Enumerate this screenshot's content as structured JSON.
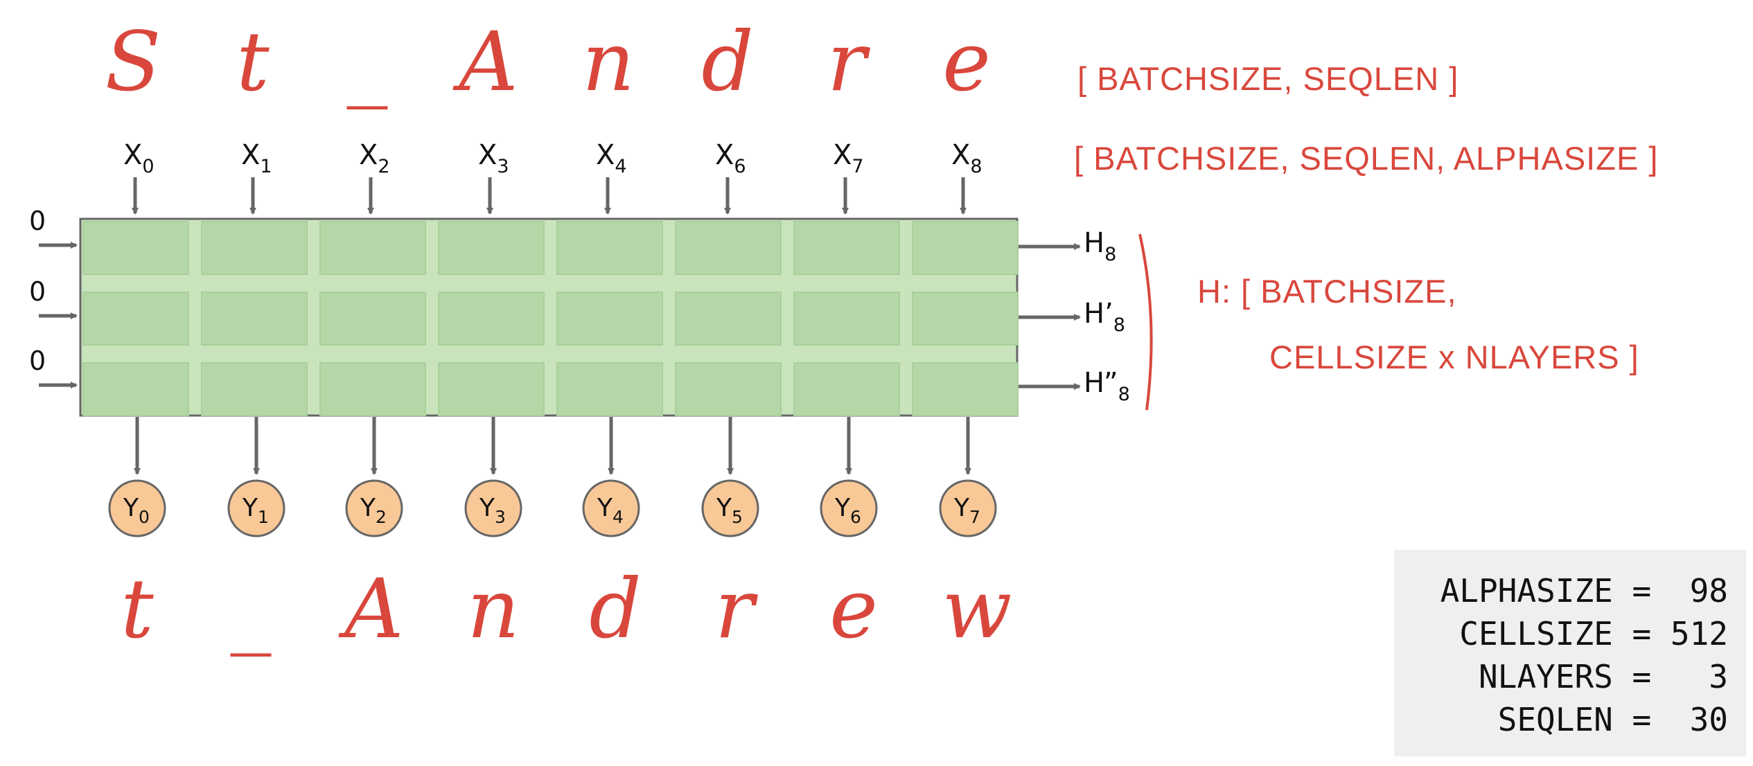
{
  "input_letters": [
    "S",
    "t",
    "_",
    "A",
    "n",
    "d",
    "r",
    "e"
  ],
  "output_letters": [
    "t",
    "_",
    "A",
    "n",
    "d",
    "r",
    "e",
    "w"
  ],
  "inputs": [
    {
      "base": "X",
      "sub": "0"
    },
    {
      "base": "X",
      "sub": "1"
    },
    {
      "base": "X",
      "sub": "2"
    },
    {
      "base": "X",
      "sub": "3"
    },
    {
      "base": "X",
      "sub": "4"
    },
    {
      "base": "X",
      "sub": "6"
    },
    {
      "base": "X",
      "sub": "7"
    },
    {
      "base": "X",
      "sub": "8"
    }
  ],
  "outputs": [
    {
      "base": "Y",
      "sub": "0"
    },
    {
      "base": "Y",
      "sub": "1"
    },
    {
      "base": "Y",
      "sub": "2"
    },
    {
      "base": "Y",
      "sub": "3"
    },
    {
      "base": "Y",
      "sub": "4"
    },
    {
      "base": "Y",
      "sub": "5"
    },
    {
      "base": "Y",
      "sub": "6"
    },
    {
      "base": "Y",
      "sub": "7"
    }
  ],
  "initial_states": [
    "0",
    "0",
    "0"
  ],
  "final_states": [
    {
      "base": "H",
      "sub": "8"
    },
    {
      "base": "H’",
      "sub": "8"
    },
    {
      "base": "H”",
      "sub": "8"
    }
  ],
  "annotations": {
    "input_shape": "[ BATCHSIZE, SEQLEN ]",
    "onehot_shape": "[ BATCHSIZE, SEQLEN, ALPHASIZE ]",
    "state_shape_line1": "H: [ BATCHSIZE,",
    "state_shape_line2": "CELLSIZE x NLAYERS ]"
  },
  "params": [
    "ALPHASIZE =  98",
    "CELLSIZE = 512",
    "NLAYERS =   3",
    "SEQLEN =  30"
  ],
  "colors": {
    "cell_fill": "#b5d7a8",
    "grid_fill": "#c9e4bd",
    "output_fill": "#f9c897",
    "arrow": "#666666",
    "annotation": "#d9473c",
    "params_bg": "#efefef"
  }
}
